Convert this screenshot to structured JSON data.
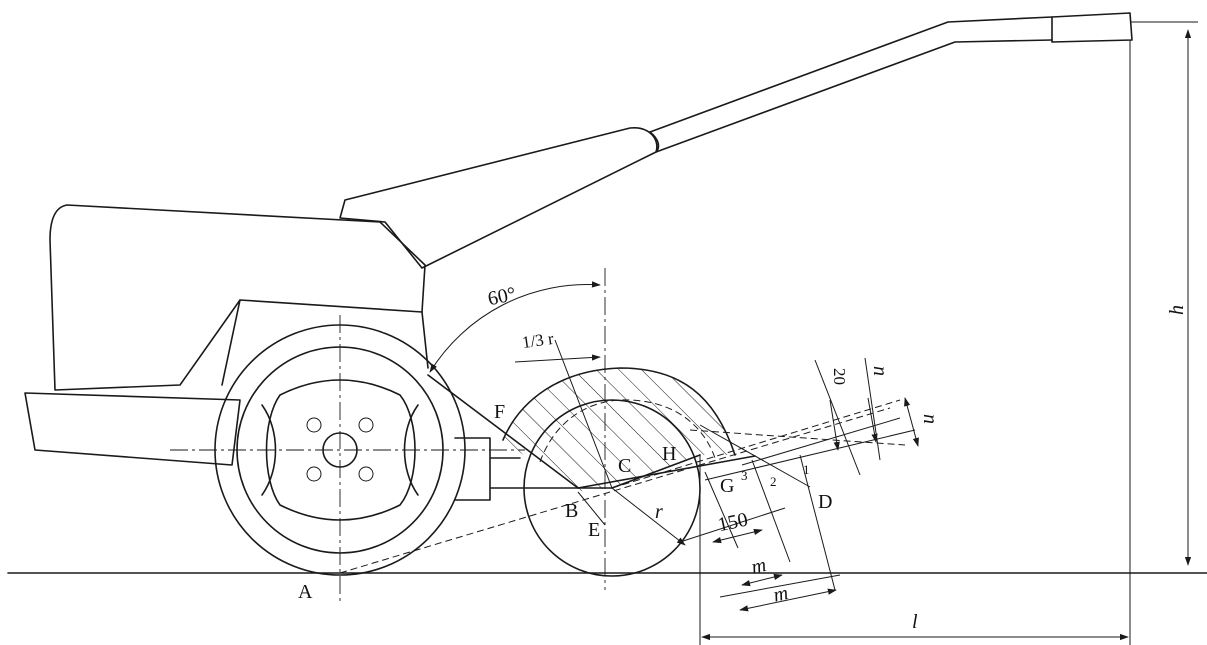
{
  "points": {
    "A": "A",
    "B": "B",
    "C": "C",
    "D": "D",
    "E": "E",
    "F": "F",
    "G": "G",
    "H": "H"
  },
  "dimensions": {
    "angle": "60°",
    "third_r": "1/3 r",
    "r": "r",
    "h": "h",
    "l": "l",
    "m1": "m",
    "m2": "m",
    "d150": "150",
    "d20": "20",
    "n1": "n",
    "n2": "n"
  },
  "positions": {
    "p1": "1",
    "p2": "2",
    "p3": "3"
  }
}
